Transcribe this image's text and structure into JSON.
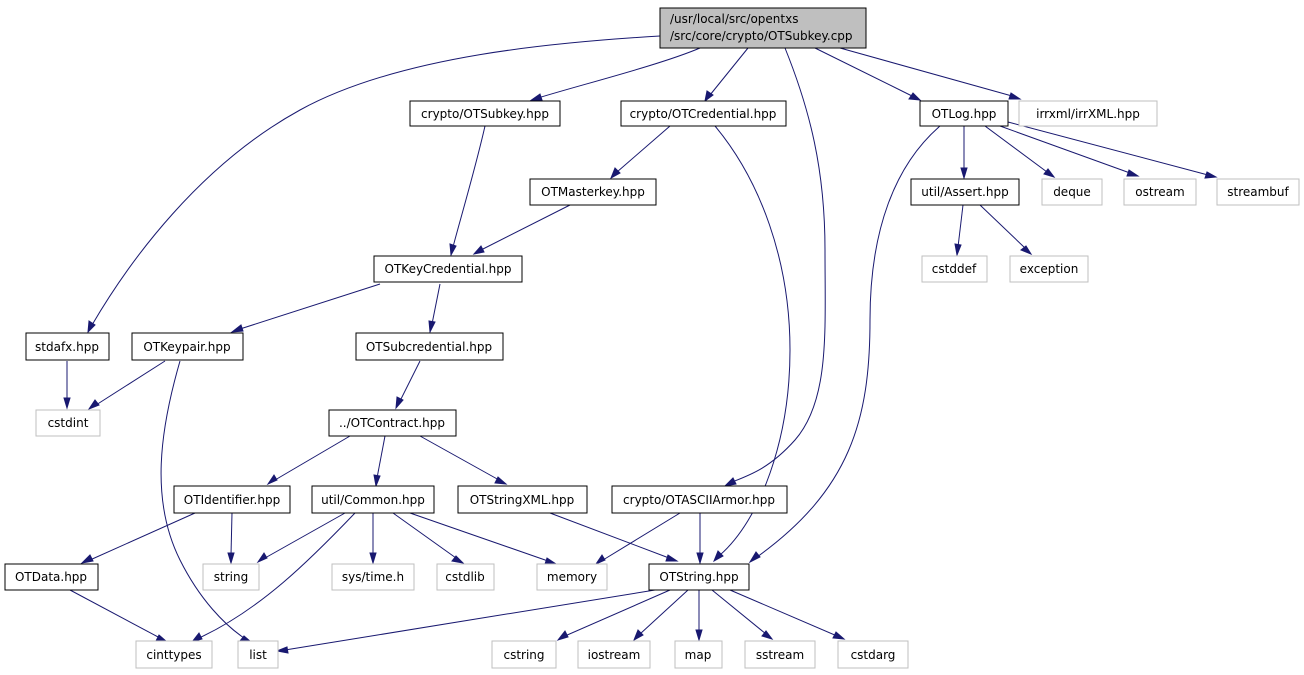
{
  "graph": {
    "root": {
      "line1": "/usr/local/src/opentxs",
      "line2": "/src/core/crypto/OTSubkey.cpp"
    },
    "nodes": {
      "crypto_otsubkey": "crypto/OTSubkey.hpp",
      "crypto_otcredential": "crypto/OTCredential.hpp",
      "otlog": "OTLog.hpp",
      "irrxml": "irrxml/irrXML.hpp",
      "otmasterkey": "OTMasterkey.hpp",
      "util_assert": "util/Assert.hpp",
      "deque": "deque",
      "ostream": "ostream",
      "streambuf": "streambuf",
      "otkeycredential": "OTKeyCredential.hpp",
      "cstddef": "cstddef",
      "exception": "exception",
      "stdafx": "stdafx.hpp",
      "otkeypair": "OTKeypair.hpp",
      "otsubcredential": "OTSubcredential.hpp",
      "cstdint": "cstdint",
      "otcontract": "../OTContract.hpp",
      "otidentifier": "OTIdentifier.hpp",
      "util_common": "util/Common.hpp",
      "otstringxml": "OTStringXML.hpp",
      "crypto_otasciiarmor": "crypto/OTASCIIArmor.hpp",
      "otdata": "OTData.hpp",
      "string": "string",
      "sys_time": "sys/time.h",
      "cstdlib": "cstdlib",
      "memory": "memory",
      "otstring": "OTString.hpp",
      "cinttypes": "cinttypes",
      "list": "list",
      "cstring": "cstring",
      "iostream": "iostream",
      "map": "map",
      "sstream": "sstream",
      "cstdarg": "cstdarg"
    },
    "colors": {
      "edge": "#191970",
      "root_fill": "#bfbfbf",
      "system_border": "#bfbfbf",
      "local_border": "#000000"
    }
  }
}
